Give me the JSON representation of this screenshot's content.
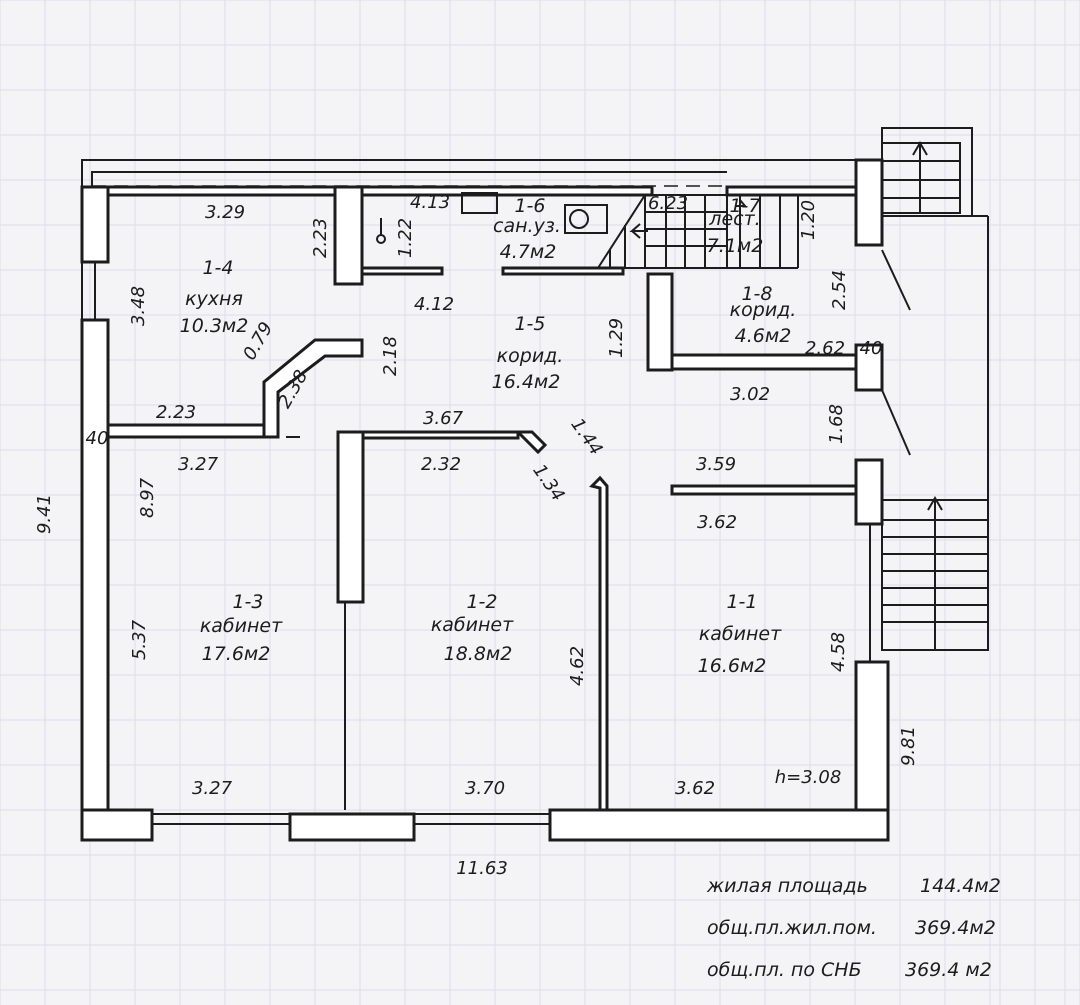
{
  "rooms": [
    {
      "id": "1-1",
      "name": "кабинет",
      "area": "16.6м2"
    },
    {
      "id": "1-2",
      "name": "кабинет",
      "area": "18.8м2"
    },
    {
      "id": "1-3",
      "name": "кабинет",
      "area": "17.6м2"
    },
    {
      "id": "1-4",
      "name": "кухня",
      "area": "10.3м2"
    },
    {
      "id": "1-5",
      "name": "корид.",
      "area": "16.4м2"
    },
    {
      "id": "1-6",
      "name": "сан.уз.",
      "area": "4.7м2"
    },
    {
      "id": "1-7",
      "name": "лест.",
      "area": "7.1м2"
    },
    {
      "id": "1-8",
      "name": "корид.",
      "area": "4.6м2"
    }
  ],
  "dimensions": {
    "d_3_29": "3.29",
    "d_2_23_top": "2.23",
    "d_1_22": "1.22",
    "d_4_13": "4.13",
    "d_6_23": "6.23",
    "d_1_20": "1.20",
    "d_2_54": "2.54",
    "d_3_48": "3.48",
    "d_4_12": "4.12",
    "d_0_79": "0.79",
    "d_2_18": "2.18",
    "d_1_29": "1.29",
    "d_2_62": "2.62",
    "d_40_right": "40",
    "d_2_38": "2.38",
    "d_2_23_mid": "2.23",
    "d_3_02": "3.02",
    "d_40_left": "40",
    "d_3_67": "3.67",
    "d_1_44": "1.44",
    "d_1_68": "1.68",
    "d_3_27_top": "3.27",
    "d_8_97": "8.97",
    "d_2_32": "2.32",
    "d_1_34": "1.34",
    "d_3_59": "3.59",
    "d_9_41": "9.41",
    "d_3_62_mid": "3.62",
    "d_5_37": "5.37",
    "d_4_62": "4.62",
    "d_4_58": "4.58",
    "d_9_81": "9.81",
    "d_3_27_bot": "3.27",
    "d_3_70": "3.70",
    "d_3_62_bot": "3.62",
    "height": "h=3.08",
    "d_11_63": "11.63"
  },
  "summary": [
    {
      "label": "жилая площадь",
      "value": "144.4м2"
    },
    {
      "label": "общ.пл.жил.пом.",
      "value": "369.4м2"
    },
    {
      "label": "общ.пл. по СНБ",
      "value": "369.4 м2"
    }
  ]
}
